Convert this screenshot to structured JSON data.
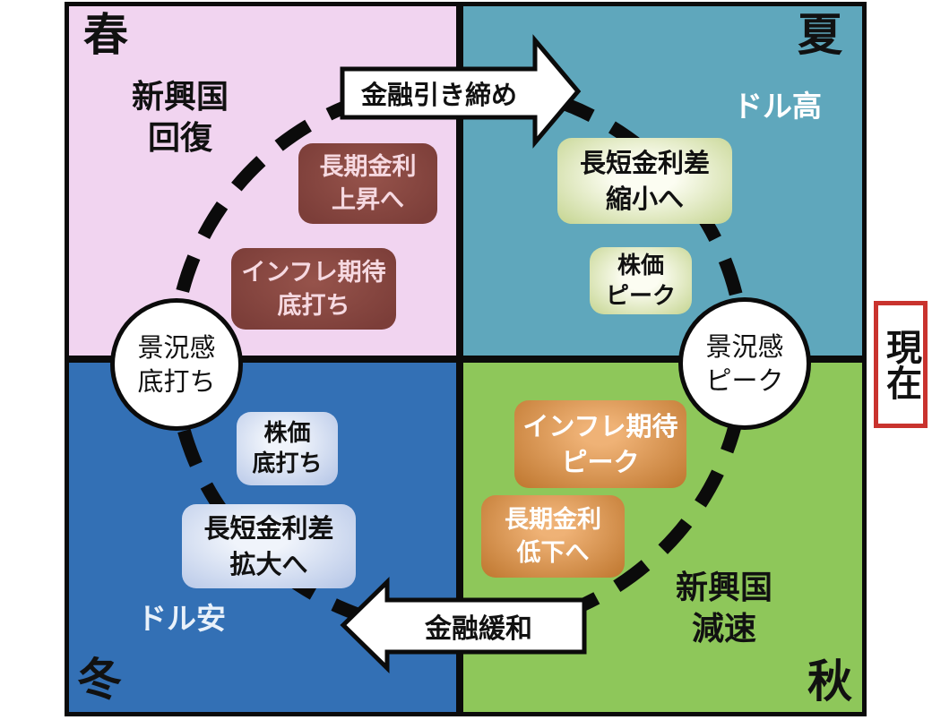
{
  "seasons": {
    "spring": "春",
    "summer": "夏",
    "autumn": "秋",
    "winter": "冬"
  },
  "quadrant_labels": {
    "spring": "新興国\n回復",
    "summer": "ドル高",
    "autumn": "新興国\n減速",
    "winter": "ドル安"
  },
  "arrows": {
    "tightening": "金融引き締め",
    "easing": "金融緩和"
  },
  "milestones": {
    "sentiment_bottom": "景況感\n底打ち",
    "sentiment_peak": "景況感\nピーク"
  },
  "boxes": {
    "spring_long_rate": "長期金利\n上昇へ",
    "spring_inflation": "インフレ期待\n底打ち",
    "summer_spread": "長短金利差\n縮小へ",
    "summer_stock": "株価\nピーク",
    "winter_stock": "株価\n底打ち",
    "winter_spread": "長短金利差\n拡大へ",
    "autumn_inflation": "インフレ期待\nピーク",
    "autumn_long_rate": "長期金利\n低下へ"
  },
  "current_marker": "現在",
  "colors": {
    "spring_bg": "#F1D4F0",
    "summer_bg": "#5FA7BC",
    "winter_bg": "#3370B5",
    "autumn_bg": "#8EC75A",
    "dark_red_box": "#7C3E39",
    "light_green_box": "#C4D48F",
    "light_blue_box": "#B3C4E6",
    "orange_box": "#BE762E",
    "current_border": "#C9332E",
    "cycle_line": "#0b0b0b"
  }
}
